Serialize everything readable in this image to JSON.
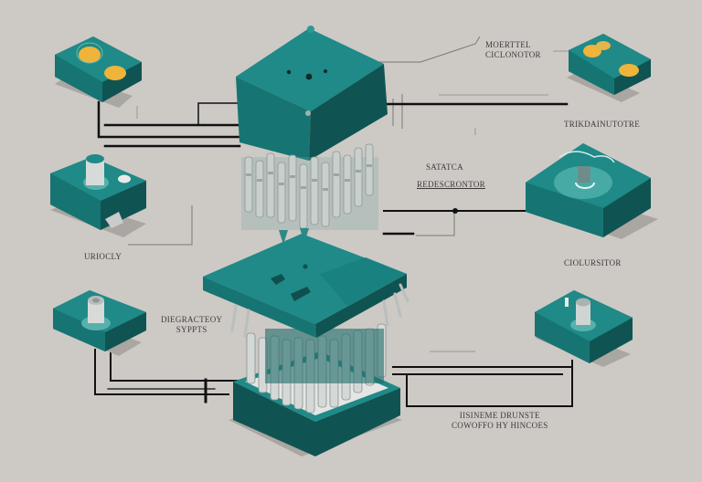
{
  "diagram": {
    "type": "isometric-component-diagram",
    "colors": {
      "background": "#cdc9c5",
      "teal_top": "#1f8a87",
      "teal_side_light": "#167573",
      "teal_side_dark": "#0f5452",
      "pin_light": "#d9dcda",
      "pin_shadow": "#9ea3a2",
      "accent_yellow": "#f0b43a",
      "wire": "#111111",
      "thin_line": "#6e6c6a",
      "label_text": "#3d3b3a",
      "shadow": "#a8a4a0"
    },
    "labels": {
      "top_right_line1": "MOERTTEL",
      "top_right_line2": "CICLONOTOR",
      "right_upper": "TRIKDAINUTOTRE",
      "center_small": "SATATCA",
      "center_main": "REDESCRONTOR",
      "left_middle": "URIOCLY",
      "right_middle": "CIOLURSITOR",
      "left_lower_line1": "DIEGRACTEOY",
      "left_lower_line2": "SYPPTS",
      "bottom_line1": "IISINEME DRUNSTE",
      "bottom_line2": "COWOFFO HY HINCOES"
    },
    "components": [
      {
        "id": "main-cube",
        "name": "Top cube processor"
      },
      {
        "id": "pin-array-top",
        "name": "Upper pin array"
      },
      {
        "id": "chip-base",
        "name": "Lower chip socket"
      },
      {
        "id": "module-top-left",
        "name": "Module with twin yellow pads"
      },
      {
        "id": "module-top-right",
        "name": "Module with yellow disks"
      },
      {
        "id": "module-mid-left",
        "name": "Module with cylinder"
      },
      {
        "id": "module-mid-right",
        "name": "Module with dish"
      },
      {
        "id": "module-low-left",
        "name": "Module with short cylinder"
      },
      {
        "id": "module-low-right",
        "name": "Module with cylinder"
      }
    ]
  }
}
